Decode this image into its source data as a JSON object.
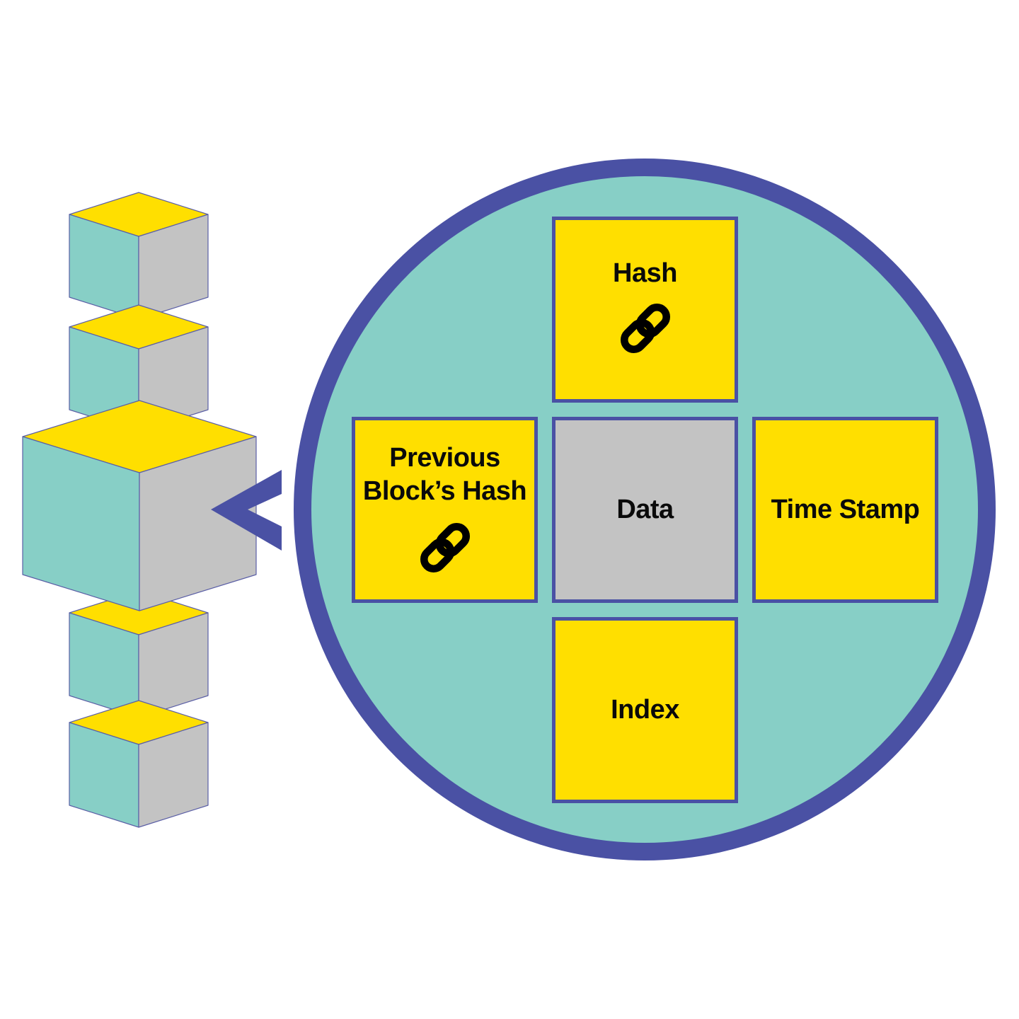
{
  "diagram": {
    "title": "Blockchain block structure",
    "colors": {
      "ring": "#4a51a4",
      "circle_fill": "#87cfc6",
      "yellow": "#ffdf00",
      "gray": "#c3c3c3",
      "teal": "#87cfc6",
      "text": "#0a0a0a"
    },
    "chain": {
      "blocks": [
        {
          "name": "block-1",
          "highlighted": false
        },
        {
          "name": "block-2",
          "highlighted": false
        },
        {
          "name": "block-3",
          "highlighted": true
        },
        {
          "name": "block-4",
          "highlighted": false
        },
        {
          "name": "block-5",
          "highlighted": false
        }
      ]
    },
    "zoom_pointer": {
      "icon": "chevron-left-icon"
    },
    "fields": {
      "hash": {
        "label": "Hash",
        "icon": "link-icon",
        "color": "yellow"
      },
      "previous_hash": {
        "label": "Previous Block’s Hash",
        "icon": "link-icon",
        "color": "yellow"
      },
      "data": {
        "label": "Data",
        "color": "gray"
      },
      "timestamp": {
        "label": "Time Stamp",
        "color": "yellow"
      },
      "index": {
        "label": "Index",
        "color": "yellow"
      }
    }
  }
}
